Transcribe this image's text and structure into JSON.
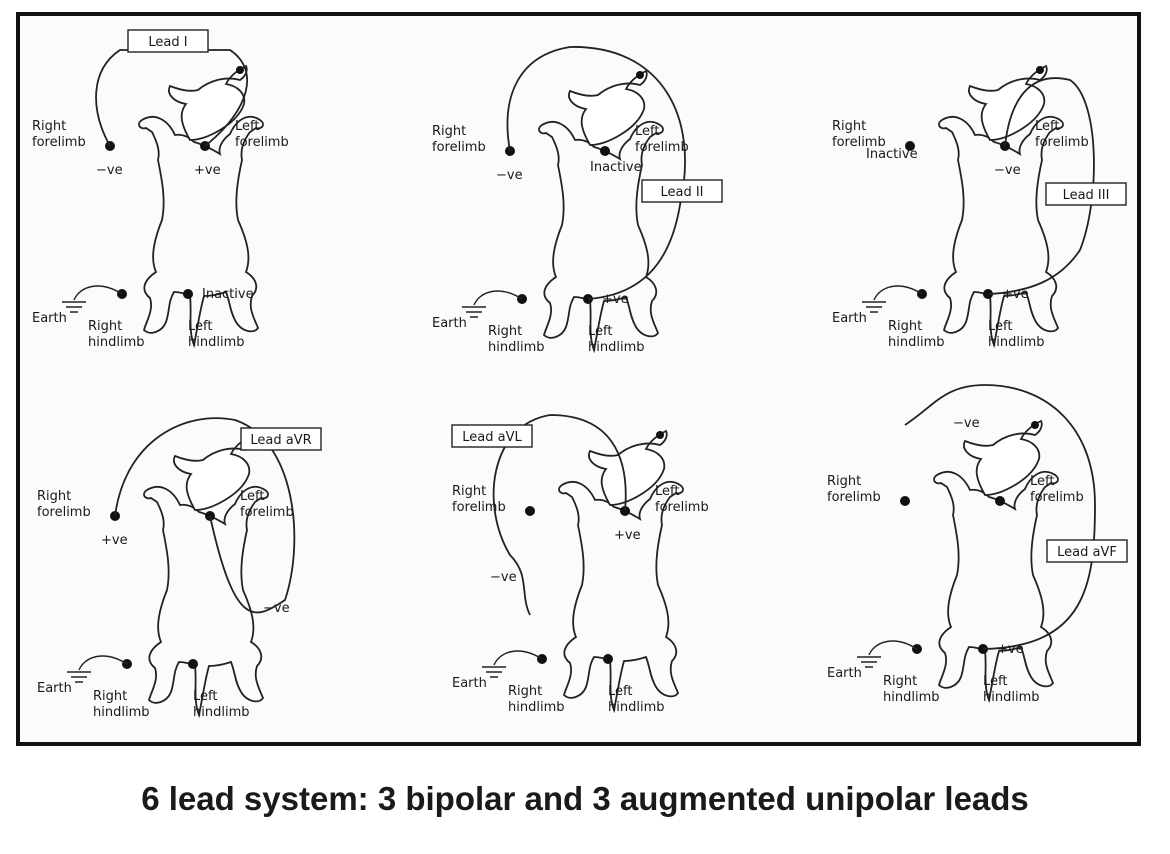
{
  "caption": "6 lead system: 3 bipolar and 3 augmented unipolar leads",
  "panels": [
    {
      "lead": "Lead I",
      "labels": {
        "rf": "Right\nforelimb",
        "lf": "Left\nforelimb",
        "rh": "Right\nhindlimb",
        "lh": "Left\nhindlimb",
        "earth": "Earth"
      },
      "polarity": {
        "rf": "−ve",
        "lf": "+ve",
        "lh": "Inactive"
      }
    },
    {
      "lead": "Lead II",
      "labels": {
        "rf": "Right\nforelimb",
        "lf": "Left\nforelimb",
        "rh": "Right\nhindlimb",
        "lh": "Left\nhindlimb",
        "earth": "Earth"
      },
      "polarity": {
        "rf": "−ve",
        "lf": "Inactive",
        "lh": "+ve"
      }
    },
    {
      "lead": "Lead III",
      "labels": {
        "rf": "Right\nforelimb",
        "lf": "Left\nforelimb",
        "rh": "Right\nhindlimb",
        "lh": "Left\nhindlimb",
        "earth": "Earth"
      },
      "polarity": {
        "rf": "Inactive",
        "lf": "−ve",
        "lh": "+ve"
      }
    },
    {
      "lead": "Lead aVR",
      "labels": {
        "rf": "Right\nforelimb",
        "lf": "Left\nforelimb",
        "rh": "Right\nhindlimb",
        "lh": "Left\nhindlimb",
        "earth": "Earth"
      },
      "polarity": {
        "rf": "+ve",
        "common": "−ve"
      }
    },
    {
      "lead": "Lead aVL",
      "labels": {
        "rf": "Right\nforelimb",
        "lf": "Left\nforelimb",
        "rh": "Right\nhindlimb",
        "lh": "Left\nhindlimb",
        "earth": "Earth"
      },
      "polarity": {
        "lf": "+ve",
        "common": "−ve"
      }
    },
    {
      "lead": "Lead aVF",
      "labels": {
        "rf": "Right\nforelimb",
        "lf": "Left\nforelimb",
        "rh": "Right\nhindlimb",
        "lh": "Left\nhindlimb",
        "earth": "Earth"
      },
      "polarity": {
        "lh": "+ve",
        "common": "−ve"
      }
    }
  ]
}
